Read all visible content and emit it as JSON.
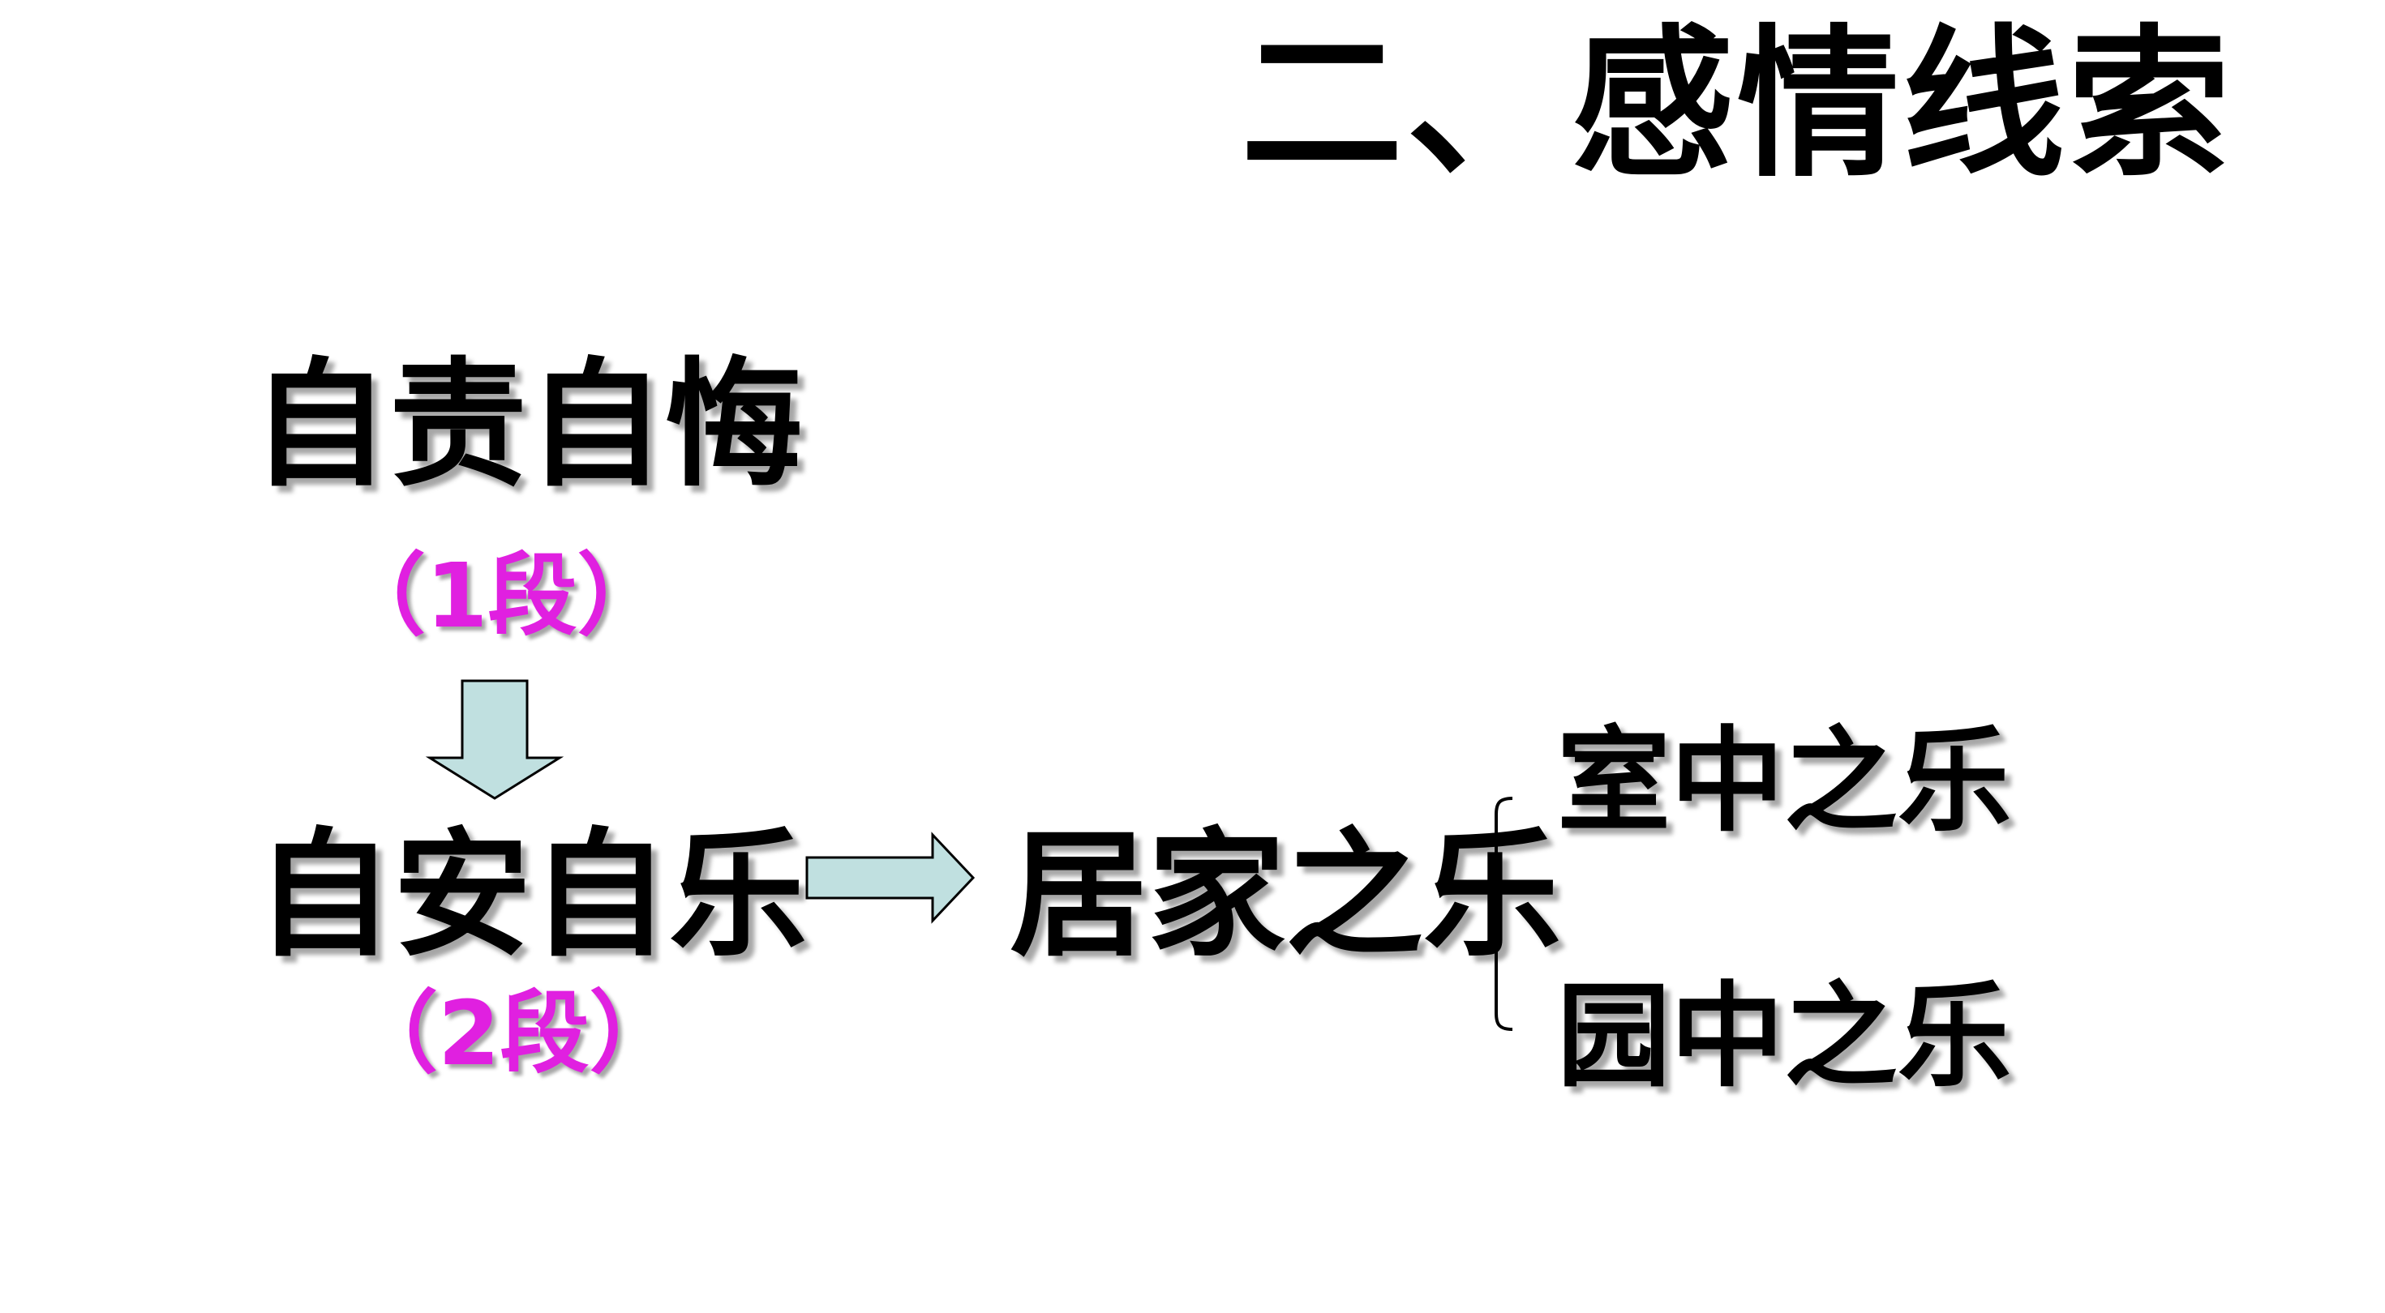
{
  "slide": {
    "title": "二、感情线索",
    "nodes": {
      "self_blame": "自责自悔",
      "self_blame_para": "（1段）",
      "self_content": "自安自乐",
      "self_content_para": "（2段）",
      "home_joy": "居家之乐",
      "room_joy": "室中之乐",
      "garden_joy": "园中之乐"
    },
    "colors": {
      "text": "#000000",
      "paragraph_note": "#e020e0",
      "arrow_fill": "#c0e0e0",
      "arrow_stroke": "#000000"
    }
  }
}
